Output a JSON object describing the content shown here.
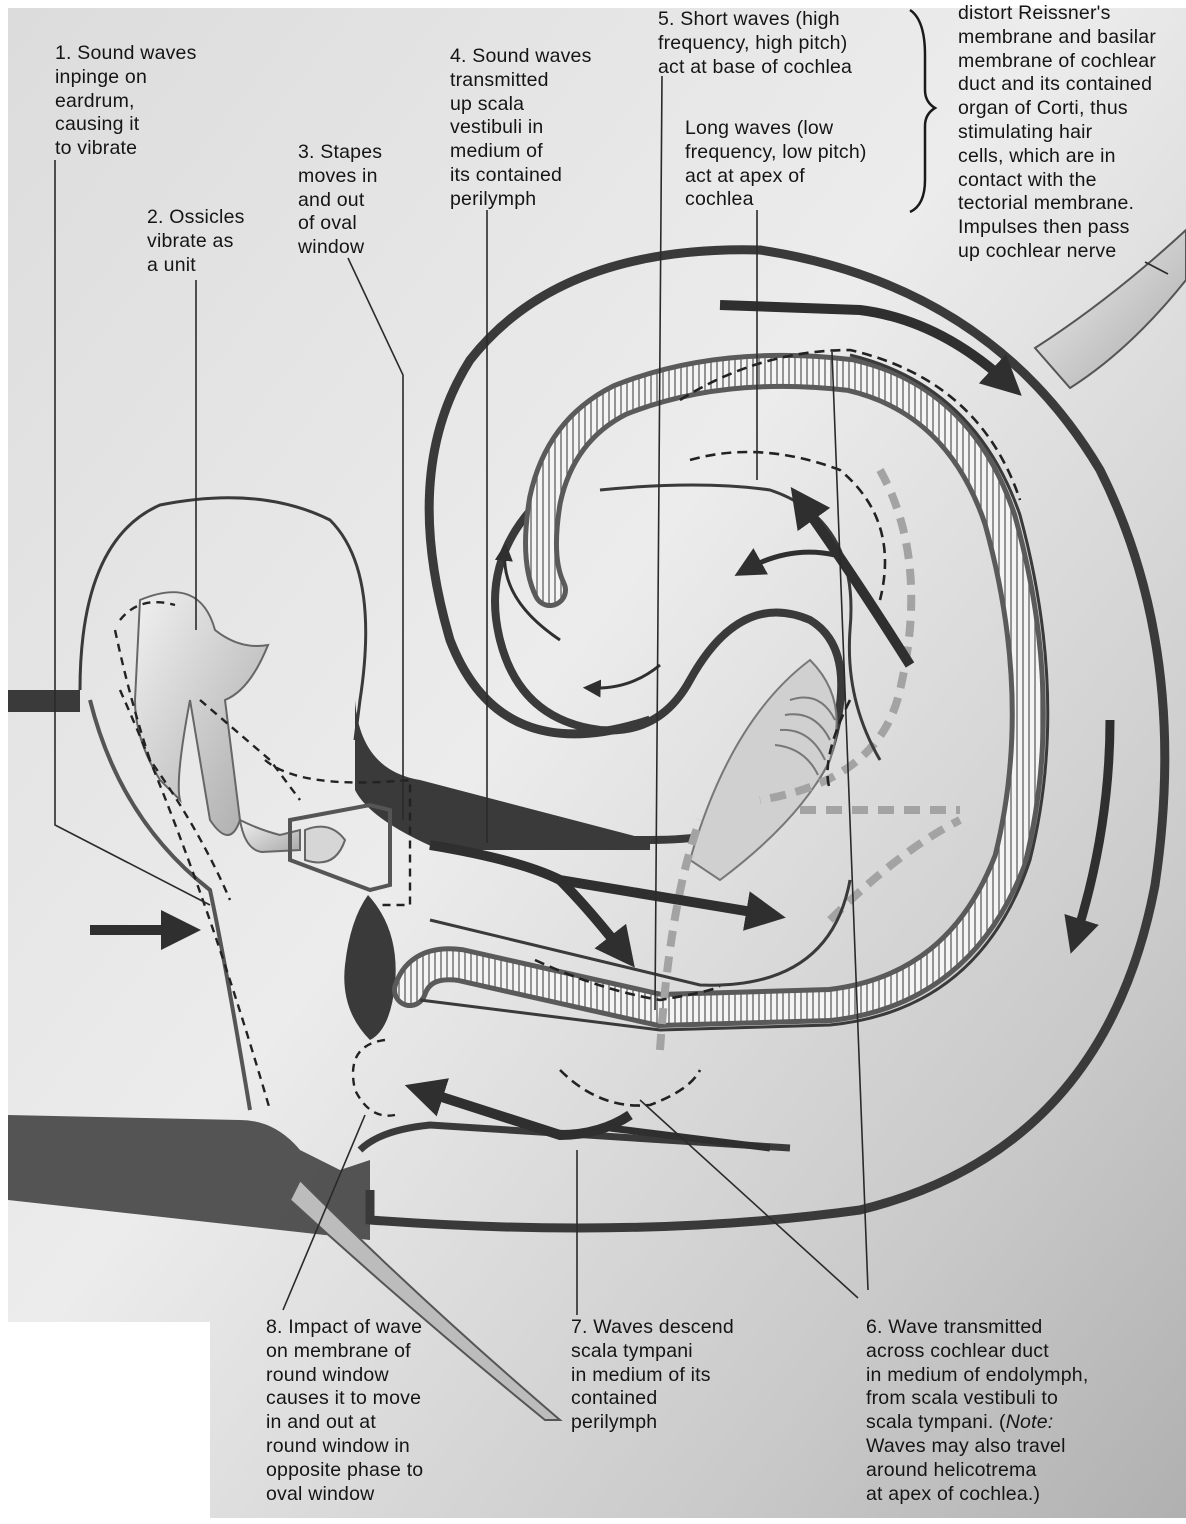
{
  "diagram": {
    "labels": {
      "step1": "1. Sound waves\ninpinge on\neardrum,\ncausing it\nto vibrate",
      "step2": "2. Ossicles\nvibrate as\na unit",
      "step3": "3. Stapes\nmoves in\nand out\nof oval\nwindow",
      "step4": "4. Sound waves\ntransmitted\nup scala\nvestibuli in\nmedium of\nits contained\nperilymph",
      "step5_short": "5. Short waves (high\nfrequency, high pitch)\nact at base of cochlea",
      "step5_long": "Long waves (low\nfrequency, low pitch)\nact at apex of\ncochlea",
      "step5_effect": "distort Reissner's\nmembrane and basilar\nmembrane of cochlear\nduct and its contained\norgan of Corti, thus\nstimulating hair\ncells, which are in\ncontact with the\ntectorial membrane.\nImpulses then pass\nup cochlear nerve",
      "step6_text": "6. Wave transmitted\nacross cochlear duct\nin medium of endolymph,\nfrom scala vestibuli to\nscala tympani. (",
      "step6_note": "Note:",
      "step6_rest": "\nWaves may also travel\naround helicotrema\nat apex of cochlea.)",
      "step7": "7. Waves descend\nscala tympani\nin medium of its\ncontained\nperilymph",
      "step8": "8. Impact of wave\non membrane of\nround window\ncauses it to move\nin and out at\nround window in\nopposite phase to\noval window"
    },
    "colors": {
      "background_light": "#e9e9e9",
      "background_dark": "#b4b4b4",
      "wall": "#3a3a3a",
      "membrane": "#bdbdbd",
      "dashed_paths": "#9a9a9a",
      "text": "#151515"
    },
    "icons": [
      "arrow-icon",
      "cochlea-spiral-icon",
      "ossicles-icon",
      "cochlear-nerve-icon"
    ]
  }
}
